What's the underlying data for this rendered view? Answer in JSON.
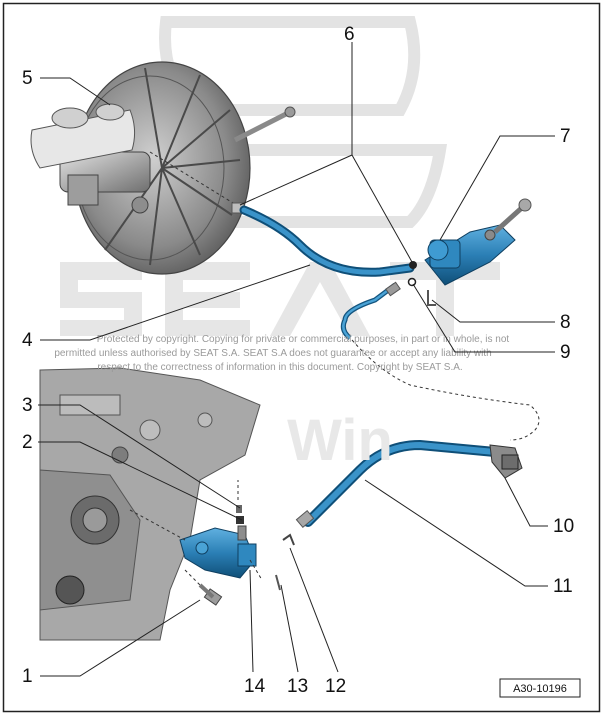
{
  "figure": {
    "reference_id": "A30-10196",
    "watermark": {
      "brand": "SEAT",
      "notice_lines": [
        "Protected by copyright. Copying for private or commercial purposes, in part or in whole, is not",
        "permitted unless authorised by SEAT S.A. SEAT S.A does not guarantee or accept any liability with",
        "respect to the correctness of information in this document. Copyright by SEAT S.A."
      ],
      "overlay_text": "Win"
    },
    "callouts": [
      "1",
      "2",
      "3",
      "4",
      "5",
      "6",
      "7",
      "8",
      "9",
      "10",
      "11",
      "12",
      "13",
      "14"
    ],
    "colors": {
      "hose": "#2b7fb5",
      "hose_dark": "#14557f",
      "metal": "#b8b8b8",
      "metal_dark": "#6e6e6e",
      "watermark": "#dedede"
    }
  }
}
